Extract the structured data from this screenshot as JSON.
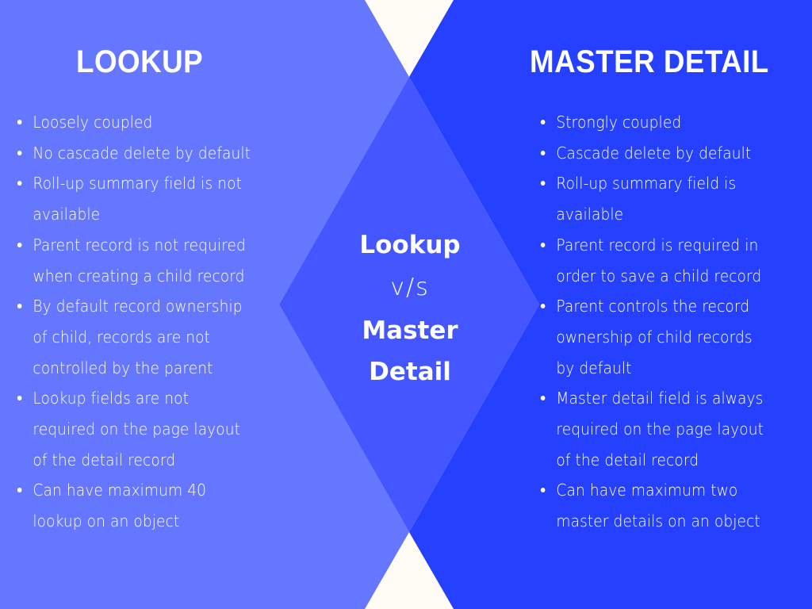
{
  "colors": {
    "left_panel": "#6677ff",
    "right_panel": "#2541ff",
    "center_diamond": "#4356ff",
    "background_triangles": "#fffcf5",
    "text": "#ffffff"
  },
  "left": {
    "title": "LOOKUP",
    "items": [
      "Loosely coupled",
      "No cascade delete by default",
      "Roll-up summary field is not\navailable",
      "Parent record is not required\nwhen creating a child record",
      "By default record ownership\nof child, records are not\ncontrolled by the parent",
      "Lookup fields are not\nrequired on the page layout\nof the detail record",
      "Can have maximum 40\nlookup on an object"
    ]
  },
  "right": {
    "title": "MASTER DETAIL",
    "items": [
      "Strongly coupled",
      "Cascade delete by default",
      "Roll-up summary field is\navailable",
      "Parent record is required in\norder to save a child record",
      "Parent controls the record\nownership of child records\nby default",
      "Master detail field is always\nrequired on the page layout\nof the detail record",
      "Can have maximum two\nmaster details on an object"
    ]
  },
  "center": {
    "line1": "Lookup",
    "line2": "v/s",
    "line3": "Master",
    "line4": "Detail"
  }
}
